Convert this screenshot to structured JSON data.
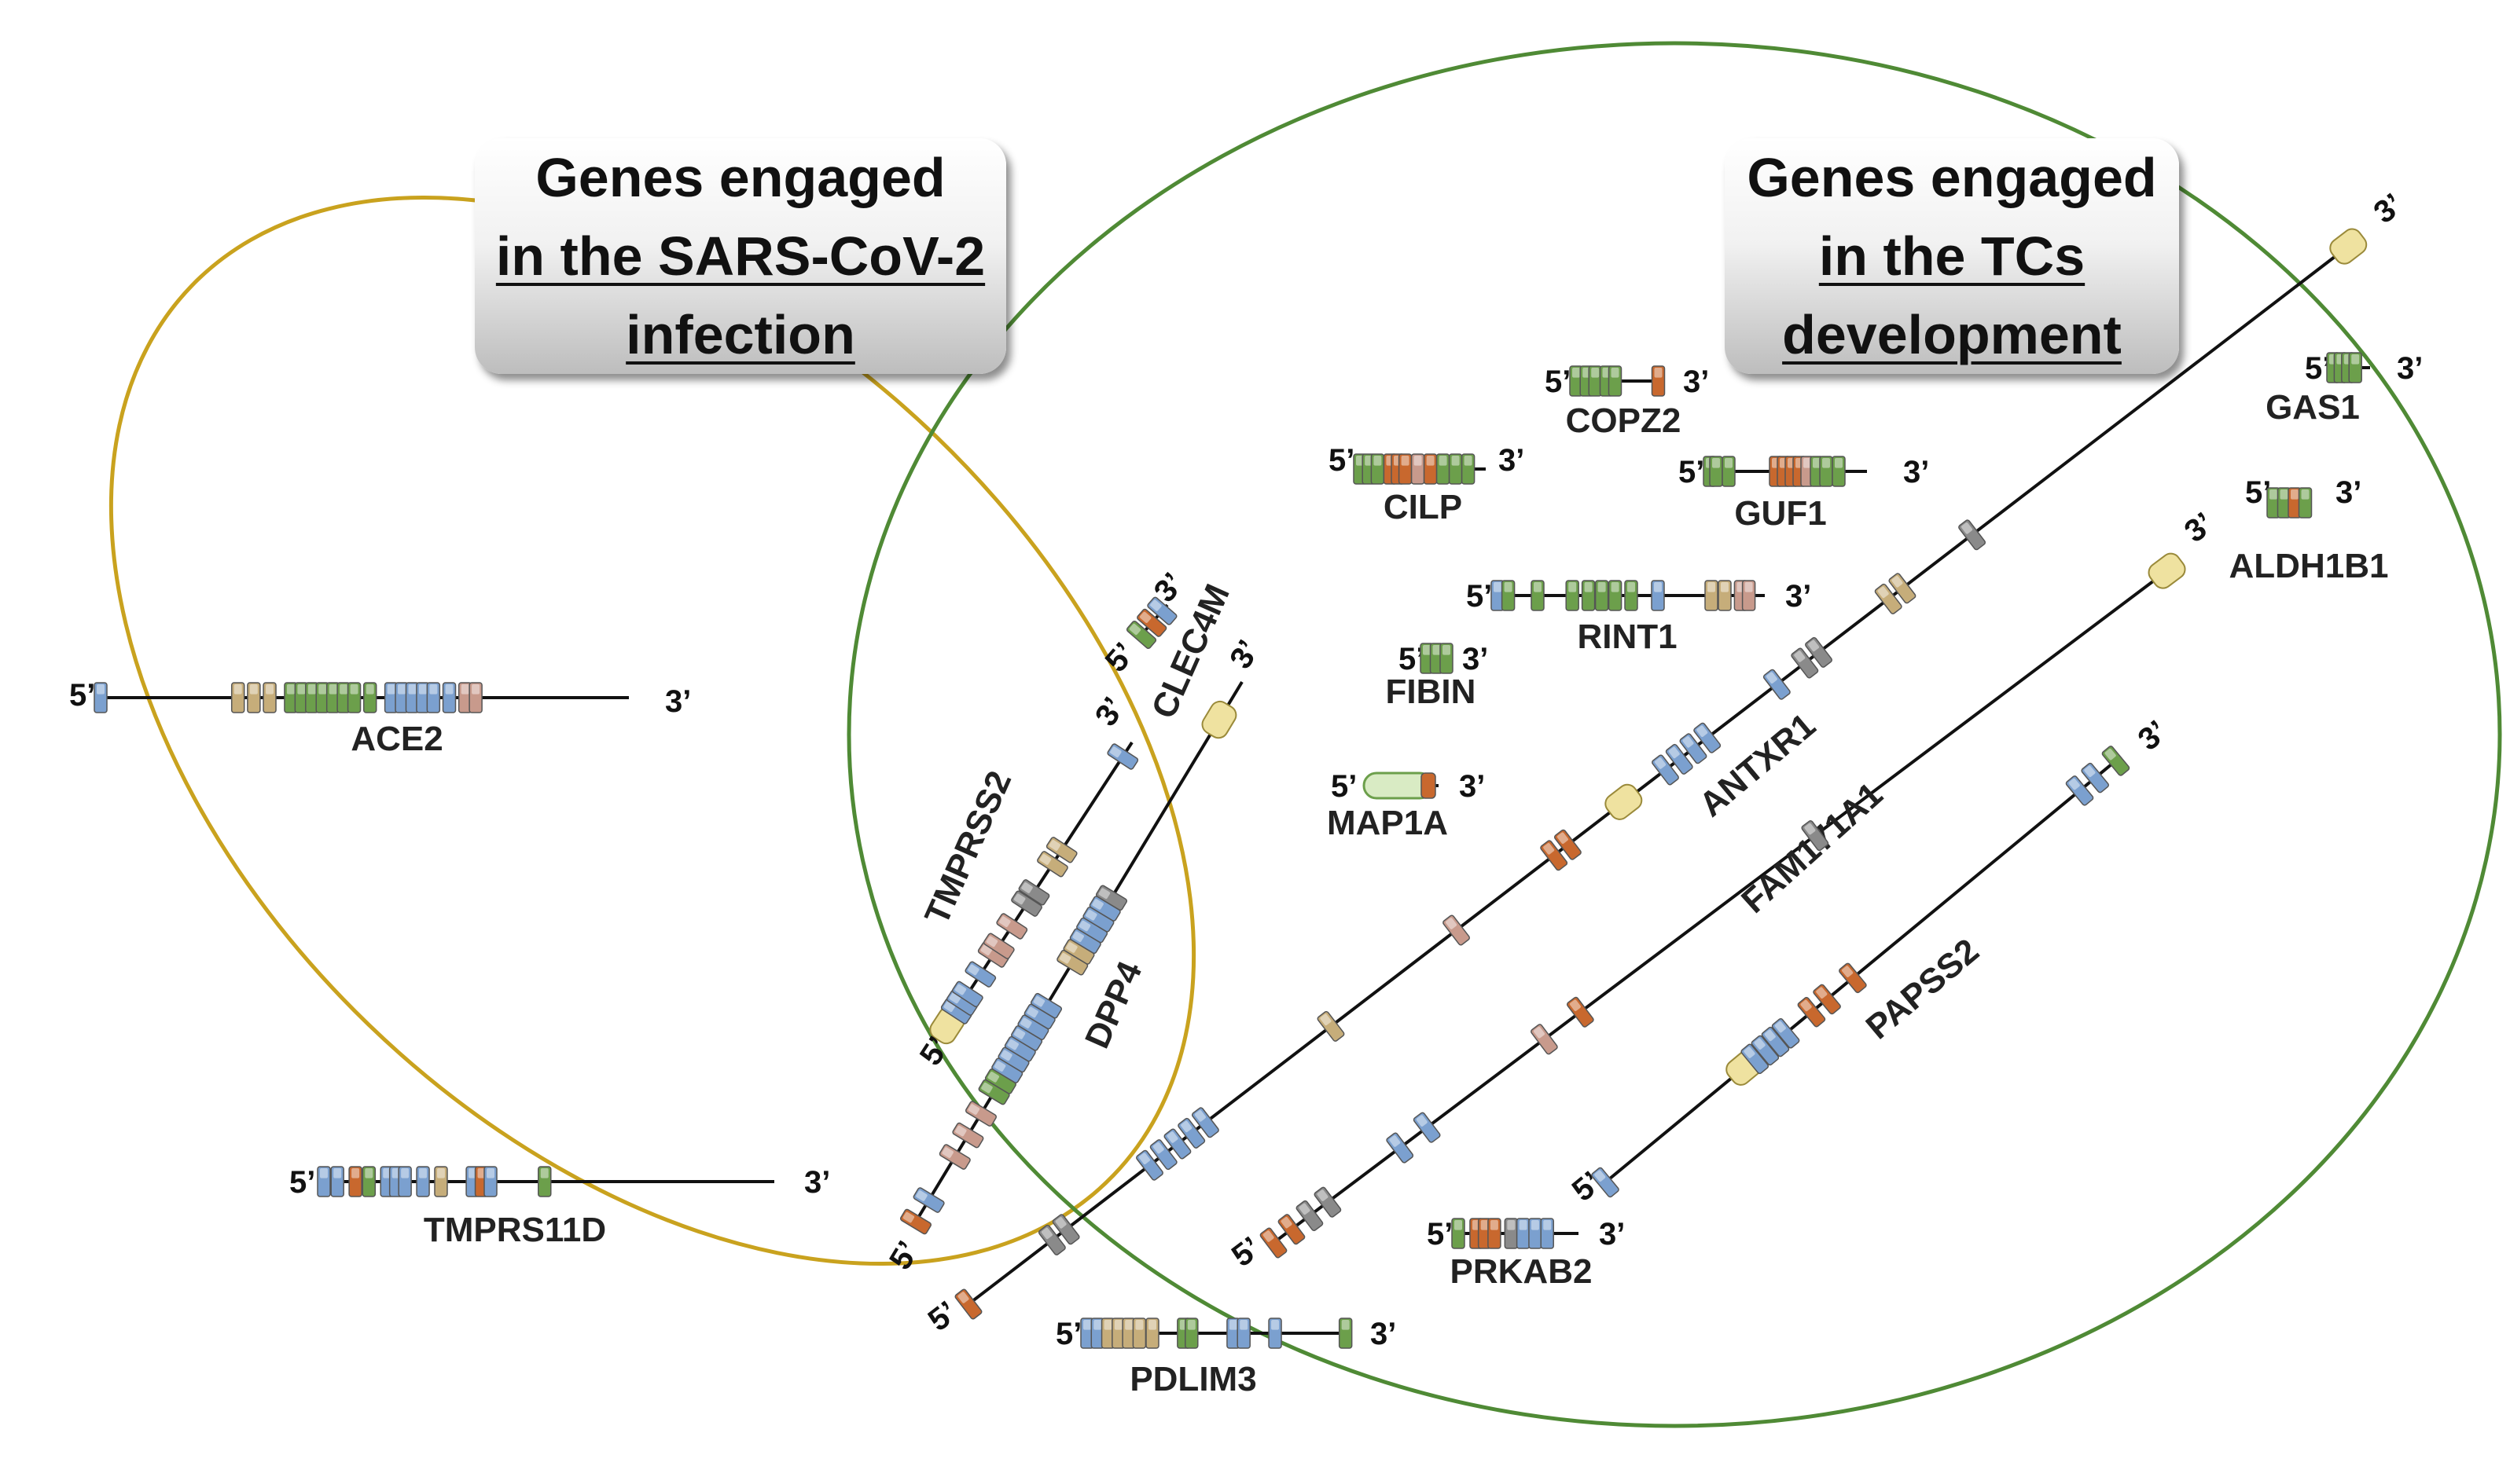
{
  "boxes": {
    "sars": {
      "line1": "Genes engaged",
      "line2": "in the SARS-CoV-2",
      "line3": "infection"
    },
    "tcs": {
      "line1": "Genes engaged",
      "line2": "in the TCs",
      "line3": "development"
    }
  },
  "end_labels": {
    "five": "5’",
    "three": "3’"
  },
  "colors": {
    "sars_ellipse": "#c9a21e",
    "tcs_ellipse": "#4f8a35",
    "line": "#111111",
    "blue": "#7ba0cf",
    "green": "#6c9f4b",
    "orange": "#c8682e",
    "tan": "#c6ad7a",
    "gray": "#8a8a8a",
    "rose": "#c89a8c",
    "gold": "#d8c56a"
  },
  "genes": [
    {
      "id": "ACE2",
      "label": "ACE2"
    },
    {
      "id": "TMPRS11D",
      "label": "TMPRS11D"
    },
    {
      "id": "TMPRSS2",
      "label": "TMPRSS2"
    },
    {
      "id": "CLEC4M",
      "label": "CLEC4M"
    },
    {
      "id": "DPP4",
      "label": "DPP4"
    },
    {
      "id": "COPZ2",
      "label": "COPZ2"
    },
    {
      "id": "CILP",
      "label": "CILP"
    },
    {
      "id": "GUF1",
      "label": "GUF1"
    },
    {
      "id": "GAS1",
      "label": "GAS1"
    },
    {
      "id": "ALDH1B1",
      "label": "ALDH1B1"
    },
    {
      "id": "RINT1",
      "label": "RINT1"
    },
    {
      "id": "FIBIN",
      "label": "FIBIN"
    },
    {
      "id": "MAP1A",
      "label": "MAP1A"
    },
    {
      "id": "ANTXR1",
      "label": "ANTXR1"
    },
    {
      "id": "FAM171A1",
      "label": "FAM171A1"
    },
    {
      "id": "PAPSS2",
      "label": "PAPSS2"
    },
    {
      "id": "PRKAB2",
      "label": "PRKAB2"
    },
    {
      "id": "PDLIM3",
      "label": "PDLIM3"
    }
  ]
}
